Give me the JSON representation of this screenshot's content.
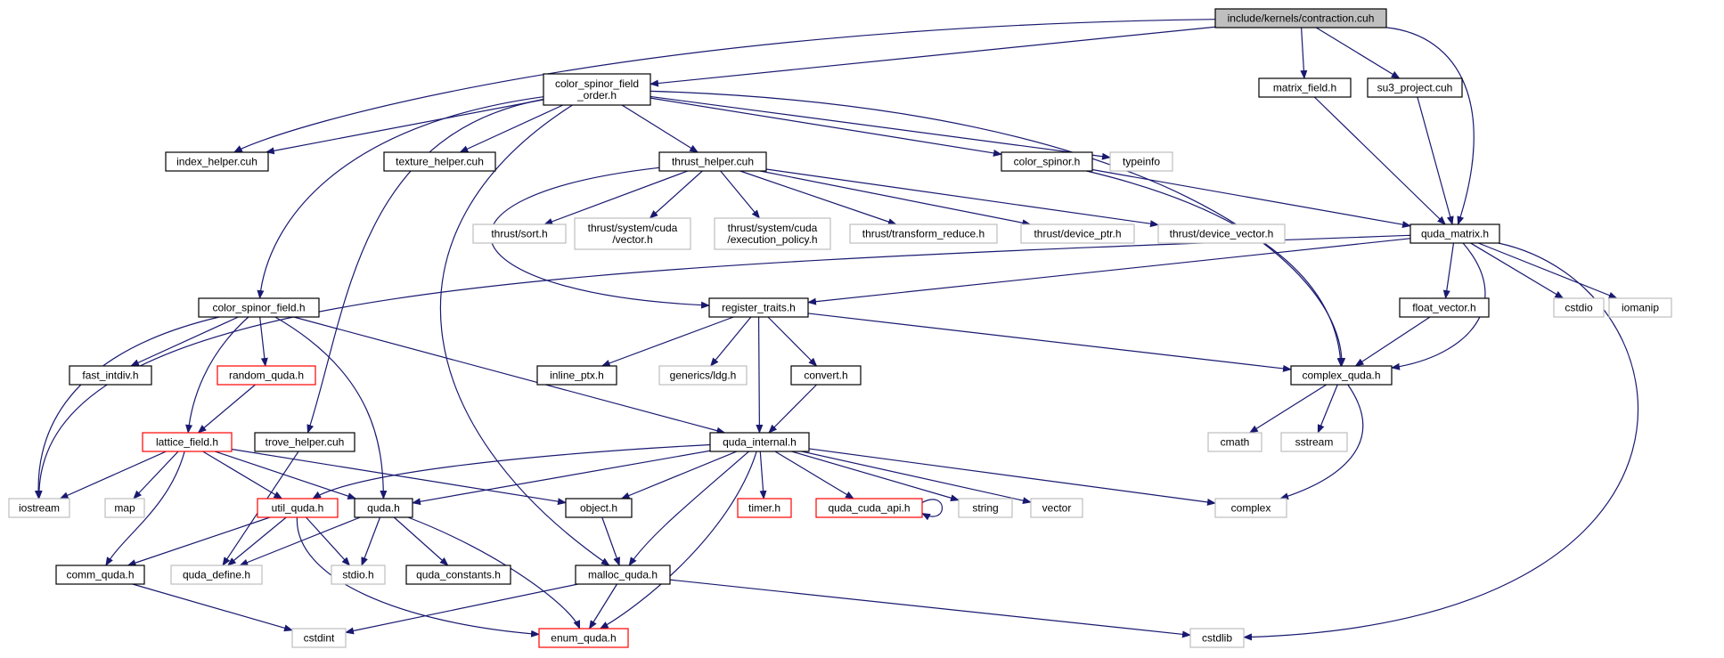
{
  "colors": {
    "edge": "#191970",
    "node_border_default": "#000000",
    "node_border_incomplete": "#ff0000",
    "node_border_external": "#bfbfbf",
    "node_fill_default": "#ffffff",
    "node_fill_root": "#bfbfbf"
  },
  "nodes": [
    {
      "id": "contraction",
      "label": "include/kernels/contraction.cuh",
      "kind": "root"
    },
    {
      "id": "color_spinor_field_order",
      "label": [
        "color_spinor_field",
        "_order.h"
      ],
      "kind": "default"
    },
    {
      "id": "matrix_field",
      "label": "matrix_field.h",
      "kind": "default"
    },
    {
      "id": "su3_project",
      "label": "su3_project.cuh",
      "kind": "default"
    },
    {
      "id": "index_helper",
      "label": "index_helper.cuh",
      "kind": "default"
    },
    {
      "id": "texture_helper",
      "label": "texture_helper.cuh",
      "kind": "default"
    },
    {
      "id": "thrust_helper",
      "label": "thrust_helper.cuh",
      "kind": "default"
    },
    {
      "id": "color_spinor",
      "label": "color_spinor.h",
      "kind": "default"
    },
    {
      "id": "typeinfo",
      "label": "typeinfo",
      "kind": "external"
    },
    {
      "id": "thrust_sort",
      "label": "thrust/sort.h",
      "kind": "external"
    },
    {
      "id": "thrust_vector",
      "label": [
        "thrust/system/cuda",
        "/vector.h"
      ],
      "kind": "external"
    },
    {
      "id": "thrust_exec",
      "label": [
        "thrust/system/cuda",
        "/execution_policy.h"
      ],
      "kind": "external"
    },
    {
      "id": "thrust_tr",
      "label": "thrust/transform_reduce.h",
      "kind": "external"
    },
    {
      "id": "thrust_dptr",
      "label": "thrust/device_ptr.h",
      "kind": "external"
    },
    {
      "id": "thrust_dvec",
      "label": "thrust/device_vector.h",
      "kind": "external"
    },
    {
      "id": "quda_matrix",
      "label": "quda_matrix.h",
      "kind": "default"
    },
    {
      "id": "color_spinor_field",
      "label": "color_spinor_field.h",
      "kind": "default"
    },
    {
      "id": "register_traits",
      "label": "register_traits.h",
      "kind": "default"
    },
    {
      "id": "float_vector",
      "label": "float_vector.h",
      "kind": "default"
    },
    {
      "id": "cstdio",
      "label": "cstdio",
      "kind": "external"
    },
    {
      "id": "iomanip",
      "label": "iomanip",
      "kind": "external"
    },
    {
      "id": "fast_intdiv",
      "label": "fast_intdiv.h",
      "kind": "default"
    },
    {
      "id": "random_quda",
      "label": "random_quda.h",
      "kind": "incomplete"
    },
    {
      "id": "inline_ptx",
      "label": "inline_ptx.h",
      "kind": "default"
    },
    {
      "id": "generics_ldg",
      "label": "generics/ldg.h",
      "kind": "external"
    },
    {
      "id": "convert",
      "label": "convert.h",
      "kind": "default"
    },
    {
      "id": "complex_quda",
      "label": "complex_quda.h",
      "kind": "default"
    },
    {
      "id": "lattice_field",
      "label": "lattice_field.h",
      "kind": "incomplete"
    },
    {
      "id": "trove_helper",
      "label": "trove_helper.cuh",
      "kind": "default"
    },
    {
      "id": "quda_internal",
      "label": "quda_internal.h",
      "kind": "default"
    },
    {
      "id": "cmath",
      "label": "cmath",
      "kind": "external"
    },
    {
      "id": "sstream",
      "label": "sstream",
      "kind": "external"
    },
    {
      "id": "iostream",
      "label": "iostream",
      "kind": "external"
    },
    {
      "id": "map",
      "label": "map",
      "kind": "external"
    },
    {
      "id": "util_quda",
      "label": "util_quda.h",
      "kind": "incomplete"
    },
    {
      "id": "quda_h",
      "label": "quda.h",
      "kind": "default"
    },
    {
      "id": "object",
      "label": "object.h",
      "kind": "default"
    },
    {
      "id": "timer",
      "label": "timer.h",
      "kind": "incomplete"
    },
    {
      "id": "quda_cuda_api",
      "label": "quda_cuda_api.h",
      "kind": "incomplete"
    },
    {
      "id": "string",
      "label": "string",
      "kind": "external"
    },
    {
      "id": "vector",
      "label": "vector",
      "kind": "external"
    },
    {
      "id": "complex",
      "label": "complex",
      "kind": "external"
    },
    {
      "id": "comm_quda",
      "label": "comm_quda.h",
      "kind": "default"
    },
    {
      "id": "quda_define",
      "label": "quda_define.h",
      "kind": "external"
    },
    {
      "id": "stdio",
      "label": "stdio.h",
      "kind": "external"
    },
    {
      "id": "quda_constants",
      "label": "quda_constants.h",
      "kind": "default"
    },
    {
      "id": "malloc_quda",
      "label": "malloc_quda.h",
      "kind": "default"
    },
    {
      "id": "cstdint",
      "label": "cstdint",
      "kind": "external"
    },
    {
      "id": "enum_quda",
      "label": "enum_quda.h",
      "kind": "incomplete"
    },
    {
      "id": "cstdlib",
      "label": "cstdlib",
      "kind": "external"
    }
  ],
  "edges": [
    [
      "contraction",
      "color_spinor_field_order"
    ],
    [
      "contraction",
      "index_helper"
    ],
    [
      "contraction",
      "matrix_field"
    ],
    [
      "contraction",
      "su3_project"
    ],
    [
      "contraction",
      "quda_matrix"
    ],
    [
      "color_spinor_field_order",
      "index_helper"
    ],
    [
      "color_spinor_field_order",
      "texture_helper"
    ],
    [
      "color_spinor_field_order",
      "thrust_helper"
    ],
    [
      "color_spinor_field_order",
      "color_spinor"
    ],
    [
      "color_spinor_field_order",
      "typeinfo"
    ],
    [
      "color_spinor_field_order",
      "color_spinor_field"
    ],
    [
      "color_spinor_field_order",
      "trove_helper"
    ],
    [
      "color_spinor_field_order",
      "malloc_quda"
    ],
    [
      "color_spinor_field_order",
      "complex_quda"
    ],
    [
      "matrix_field",
      "quda_matrix"
    ],
    [
      "su3_project",
      "quda_matrix"
    ],
    [
      "thrust_helper",
      "thrust_sort"
    ],
    [
      "thrust_helper",
      "thrust_vector"
    ],
    [
      "thrust_helper",
      "thrust_exec"
    ],
    [
      "thrust_helper",
      "thrust_tr"
    ],
    [
      "thrust_helper",
      "thrust_dptr"
    ],
    [
      "thrust_helper",
      "thrust_dvec"
    ],
    [
      "thrust_helper",
      "register_traits"
    ],
    [
      "color_spinor",
      "quda_matrix"
    ],
    [
      "color_spinor",
      "complex_quda"
    ],
    [
      "quda_matrix",
      "register_traits"
    ],
    [
      "quda_matrix",
      "float_vector"
    ],
    [
      "quda_matrix",
      "cstdio"
    ],
    [
      "quda_matrix",
      "iomanip"
    ],
    [
      "quda_matrix",
      "complex_quda"
    ],
    [
      "quda_matrix",
      "iostream"
    ],
    [
      "quda_matrix",
      "cstdlib"
    ],
    [
      "color_spinor_field",
      "fast_intdiv"
    ],
    [
      "color_spinor_field",
      "random_quda"
    ],
    [
      "color_spinor_field",
      "lattice_field"
    ],
    [
      "color_spinor_field",
      "quda_internal"
    ],
    [
      "color_spinor_field",
      "iostream"
    ],
    [
      "color_spinor_field",
      "quda_h"
    ],
    [
      "register_traits",
      "inline_ptx"
    ],
    [
      "register_traits",
      "generics_ldg"
    ],
    [
      "register_traits",
      "convert"
    ],
    [
      "register_traits",
      "quda_internal"
    ],
    [
      "register_traits",
      "complex_quda"
    ],
    [
      "float_vector",
      "complex_quda"
    ],
    [
      "random_quda",
      "lattice_field"
    ],
    [
      "convert",
      "quda_internal"
    ],
    [
      "complex_quda",
      "cmath"
    ],
    [
      "complex_quda",
      "sstream"
    ],
    [
      "complex_quda",
      "complex"
    ],
    [
      "lattice_field",
      "iostream"
    ],
    [
      "lattice_field",
      "map"
    ],
    [
      "lattice_field",
      "util_quda"
    ],
    [
      "lattice_field",
      "quda_h"
    ],
    [
      "lattice_field",
      "comm_quda"
    ],
    [
      "lattice_field",
      "object"
    ],
    [
      "trove_helper",
      "quda_define"
    ],
    [
      "quda_internal",
      "util_quda"
    ],
    [
      "quda_internal",
      "quda_h"
    ],
    [
      "quda_internal",
      "object"
    ],
    [
      "quda_internal",
      "malloc_quda"
    ],
    [
      "quda_internal",
      "timer"
    ],
    [
      "quda_internal",
      "quda_cuda_api"
    ],
    [
      "quda_internal",
      "string"
    ],
    [
      "quda_internal",
      "vector"
    ],
    [
      "quda_internal",
      "complex"
    ],
    [
      "quda_internal",
      "enum_quda"
    ],
    [
      "quda_cuda_api",
      "quda_cuda_api"
    ],
    [
      "util_quda",
      "comm_quda"
    ],
    [
      "util_quda",
      "quda_define"
    ],
    [
      "util_quda",
      "stdio"
    ],
    [
      "util_quda",
      "enum_quda"
    ],
    [
      "quda_h",
      "stdio"
    ],
    [
      "quda_h",
      "quda_constants"
    ],
    [
      "quda_h",
      "enum_quda"
    ],
    [
      "quda_h",
      "quda_define"
    ],
    [
      "object",
      "malloc_quda"
    ],
    [
      "comm_quda",
      "cstdint"
    ],
    [
      "malloc_quda",
      "cstdint"
    ],
    [
      "malloc_quda",
      "enum_quda"
    ],
    [
      "malloc_quda",
      "cstdlib"
    ]
  ]
}
